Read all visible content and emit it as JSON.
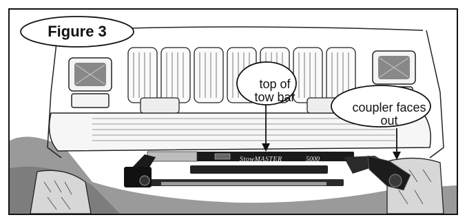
{
  "figure": {
    "label": "Figure 3"
  },
  "callouts": {
    "top_of_tow_bar": "top of\ntow bar",
    "coupler_faces_out": "coupler faces\nout"
  },
  "tow_bar": {
    "brand": "StowMASTER",
    "model": "5000"
  }
}
